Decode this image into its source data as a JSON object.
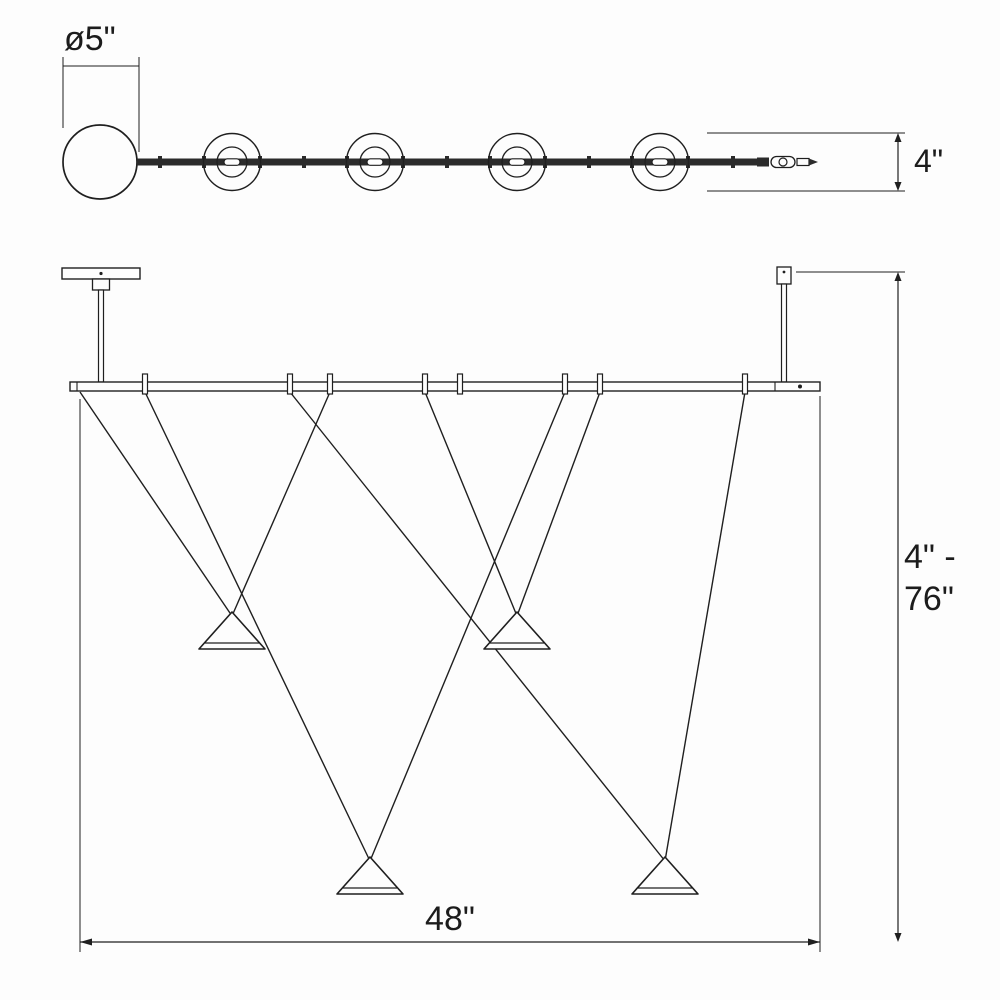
{
  "drawing": {
    "kind": "linear-pendant-fixture-dimension-diagram",
    "accent_color": "#1c1c1c",
    "background_color": "#fdfdfd"
  },
  "dimensions": {
    "diameter": "ø5\"",
    "fixture_height": "4\"",
    "drop_line1": "4\" -",
    "drop_line2": "76\"",
    "width": "48\""
  }
}
